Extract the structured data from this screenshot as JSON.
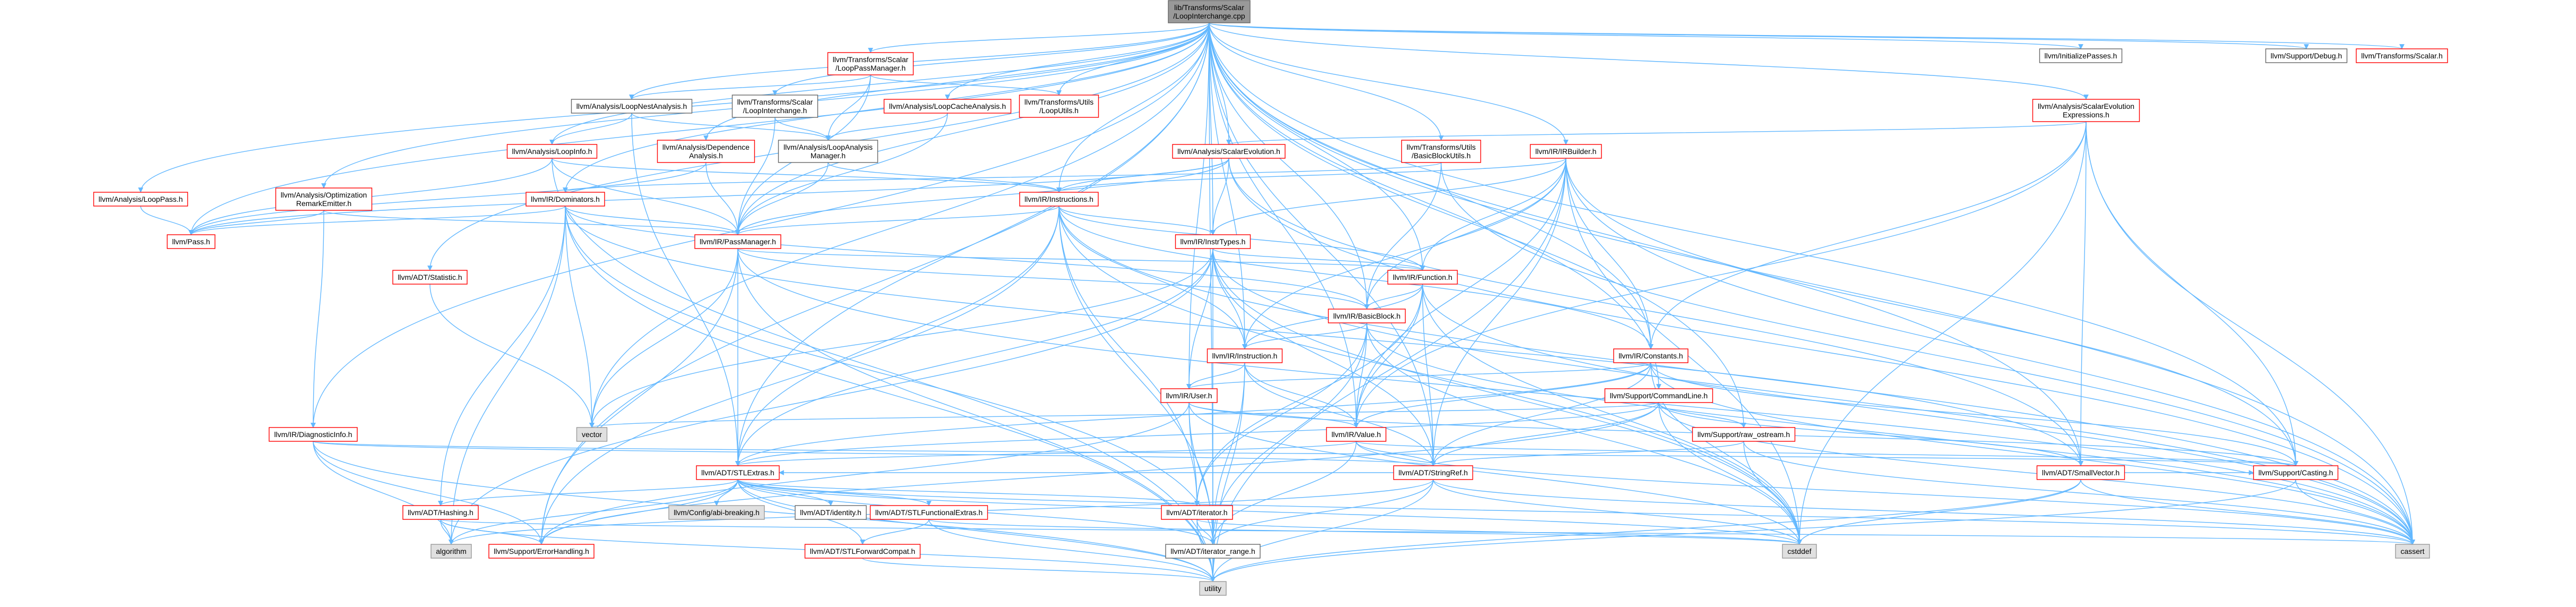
{
  "graph": {
    "nodes": [
      {
        "id": "root",
        "lines": [
          "lib/Transforms/Scalar",
          "/LoopInterchange.cpp"
        ],
        "style": "root"
      },
      {
        "id": "loop_pass_manager",
        "lines": [
          "llvm/Transforms/Scalar",
          "/LoopPassManager.h"
        ],
        "style": "red"
      },
      {
        "id": "loop_cache_analysis",
        "lines": [
          "llvm/Analysis/LoopCacheAnalysis.h"
        ],
        "style": "red"
      },
      {
        "id": "loop_utils",
        "lines": [
          "llvm/Transforms/Utils",
          "/LoopUtils.h"
        ],
        "style": "red"
      },
      {
        "id": "initialize_passes",
        "lines": [
          "llvm/InitializePasses.h"
        ],
        "style": "plain"
      },
      {
        "id": "support_debug",
        "lines": [
          "llvm/Support/Debug.h"
        ],
        "style": "plain"
      },
      {
        "id": "transforms_scalar",
        "lines": [
          "llvm/Transforms/Scalar.h"
        ],
        "style": "red"
      },
      {
        "id": "loop_nest_analysis",
        "lines": [
          "llvm/Analysis/LoopNestAnalysis.h"
        ],
        "style": "plain"
      },
      {
        "id": "loop_interchange_h",
        "lines": [
          "llvm/Transforms/Scalar",
          "/LoopInterchange.h"
        ],
        "style": "plain"
      },
      {
        "id": "scev_expressions",
        "lines": [
          "llvm/Analysis/ScalarEvolution",
          "Expressions.h"
        ],
        "style": "red"
      },
      {
        "id": "loop_info",
        "lines": [
          "llvm/Analysis/LoopInfo.h"
        ],
        "style": "red"
      },
      {
        "id": "dependence_analysis",
        "lines": [
          "llvm/Analysis/Dependence",
          "Analysis.h"
        ],
        "style": "red"
      },
      {
        "id": "loop_analysis_manager",
        "lines": [
          "llvm/Analysis/LoopAnalysis",
          "Manager.h"
        ],
        "style": "plain"
      },
      {
        "id": "scalar_evolution",
        "lines": [
          "llvm/Analysis/ScalarEvolution.h"
        ],
        "style": "red"
      },
      {
        "id": "basic_block_utils",
        "lines": [
          "llvm/Transforms/Utils",
          "/BasicBlockUtils.h"
        ],
        "style": "red"
      },
      {
        "id": "ir_builder",
        "lines": [
          "llvm/IR/IRBuilder.h"
        ],
        "style": "red"
      },
      {
        "id": "loop_pass",
        "lines": [
          "llvm/Analysis/LoopPass.h"
        ],
        "style": "red"
      },
      {
        "id": "opt_remark_emitter",
        "lines": [
          "llvm/Analysis/Optimization",
          "RemarkEmitter.h"
        ],
        "style": "red"
      },
      {
        "id": "ir_dominators",
        "lines": [
          "llvm/IR/Dominators.h"
        ],
        "style": "red"
      },
      {
        "id": "ir_instructions",
        "lines": [
          "llvm/IR/Instructions.h"
        ],
        "style": "red"
      },
      {
        "id": "llvm_pass",
        "lines": [
          "llvm/Pass.h"
        ],
        "style": "red"
      },
      {
        "id": "ir_pass_manager",
        "lines": [
          "llvm/IR/PassManager.h"
        ],
        "style": "red"
      },
      {
        "id": "ir_inst_types",
        "lines": [
          "llvm/IR/InstrTypes.h"
        ],
        "style": "red"
      },
      {
        "id": "adt_statistic",
        "lines": [
          "llvm/ADT/Statistic.h"
        ],
        "style": "red"
      },
      {
        "id": "ir_function",
        "lines": [
          "llvm/IR/Function.h"
        ],
        "style": "red"
      },
      {
        "id": "ir_basic_block",
        "lines": [
          "llvm/IR/BasicBlock.h"
        ],
        "style": "red"
      },
      {
        "id": "ir_instruction",
        "lines": [
          "llvm/IR/Instruction.h"
        ],
        "style": "red"
      },
      {
        "id": "ir_constants",
        "lines": [
          "llvm/IR/Constants.h"
        ],
        "style": "red"
      },
      {
        "id": "ir_user",
        "lines": [
          "llvm/IR/User.h"
        ],
        "style": "red"
      },
      {
        "id": "support_command_line",
        "lines": [
          "llvm/Support/CommandLine.h"
        ],
        "style": "red"
      },
      {
        "id": "std_vector",
        "lines": [
          "vector"
        ],
        "style": "gray"
      },
      {
        "id": "ir_value",
        "lines": [
          "llvm/IR/Value.h"
        ],
        "style": "red"
      },
      {
        "id": "support_raw_ostream",
        "lines": [
          "llvm/Support/raw_ostream.h"
        ],
        "style": "red"
      },
      {
        "id": "ir_diagnostic_info",
        "lines": [
          "llvm/IR/DiagnosticInfo.h"
        ],
        "style": "red"
      },
      {
        "id": "adt_string_ref",
        "lines": [
          "llvm/ADT/StringRef.h"
        ],
        "style": "red"
      },
      {
        "id": "adt_small_vector",
        "lines": [
          "llvm/ADT/SmallVector.h"
        ],
        "style": "red"
      },
      {
        "id": "support_casting",
        "lines": [
          "llvm/Support/Casting.h"
        ],
        "style": "red"
      },
      {
        "id": "adt_stl_extras",
        "lines": [
          "llvm/ADT/STLExtras.h"
        ],
        "style": "red"
      },
      {
        "id": "adt_hashing",
        "lines": [
          "llvm/ADT/Hashing.h"
        ],
        "style": "red"
      },
      {
        "id": "config_abi_breaking",
        "lines": [
          "llvm/Config/abi-breaking.h"
        ],
        "style": "gray"
      },
      {
        "id": "adt_identity",
        "lines": [
          "llvm/ADT/identity.h"
        ],
        "style": "plain"
      },
      {
        "id": "adt_stl_functional_extras",
        "lines": [
          "llvm/ADT/STLFunctionalExtras.h"
        ],
        "style": "red"
      },
      {
        "id": "adt_iterator",
        "lines": [
          "llvm/ADT/iterator.h"
        ],
        "style": "red"
      },
      {
        "id": "std_algorithm",
        "lines": [
          "algorithm"
        ],
        "style": "gray"
      },
      {
        "id": "support_error_handling",
        "lines": [
          "llvm/Support/ErrorHandling.h"
        ],
        "style": "red"
      },
      {
        "id": "adt_stl_forward_compat",
        "lines": [
          "llvm/ADT/STLForwardCompat.h"
        ],
        "style": "red"
      },
      {
        "id": "adt_iterator_range",
        "lines": [
          "llvm/ADT/iterator_range.h"
        ],
        "style": "plain"
      },
      {
        "id": "std_cstddef",
        "lines": [
          "cstddef"
        ],
        "style": "gray"
      },
      {
        "id": "std_cassert",
        "lines": [
          "cassert"
        ],
        "style": "gray"
      },
      {
        "id": "std_utility",
        "lines": [
          "utility"
        ],
        "style": "gray"
      }
    ]
  },
  "colors": {
    "edge": "#63b8ff",
    "red_border": "#ff0000",
    "plain_border": "#666666",
    "gray_fill": "#e0e0e0",
    "gray_border": "#999999",
    "root_fill": "#999999",
    "root_border": "#666666",
    "text": "#000000"
  }
}
